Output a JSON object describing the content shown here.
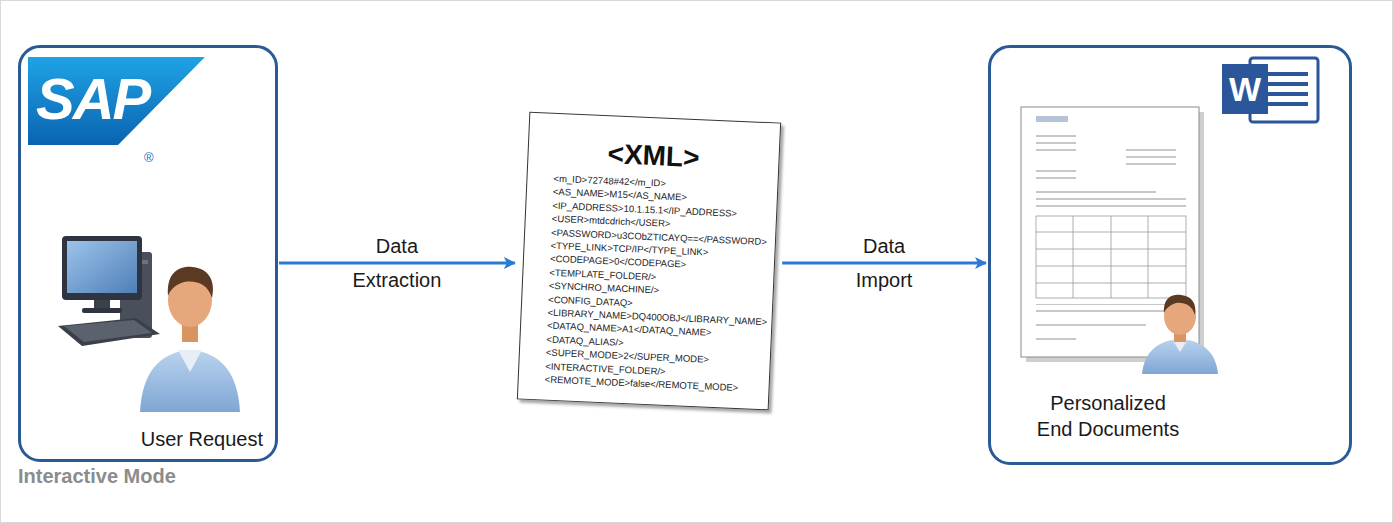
{
  "diagram": {
    "nodes": [
      {
        "text": [
          "User Request",
          "Interactive Mode"
        ]
      },
      {
        "text": [
          "<XML>",
          "<m_ID>72748#42</m_ID> <AS_NAME>M15</AS_NAME> <IP_ADDRESS>10.1.15.1</IP_ADDRESS> <USER>mtdcdrich</USER> <PASSWORD>u3CObZTICAYQ==</PASSWORD> <TYPE_LINK>TCP/IP</TYPE_LINK> <CODEPAGE>0</CODEPAGE> <TEMPLATE_FOLDER/> <SYNCHRO_MACHINE/> <CONFIG_DATAQ> <LIBRARY_NAME>DQ400OBJ</LIBRARY_NAME> <DATAQ_NAME>A1</DATAQ_NAME> <DATAQ_ALIAS/> <SUPER_MODE>2</SUPER_MODE> <INTERACTIVE_FOLDER/> <REMOTE_MODE>false</REMOTE_MODE>"
        ]
      },
      {
        "text": [
          "Personalized End Documents"
        ]
      }
    ],
    "edges": [
      {
        "from": 0,
        "to": 1,
        "arrow": "to",
        "label": "Data Extraction"
      },
      {
        "from": 1,
        "to": 2,
        "arrow": "to",
        "label": "Data Import"
      }
    ],
    "labels": [
      "SAP",
      "®",
      "W"
    ]
  }
}
